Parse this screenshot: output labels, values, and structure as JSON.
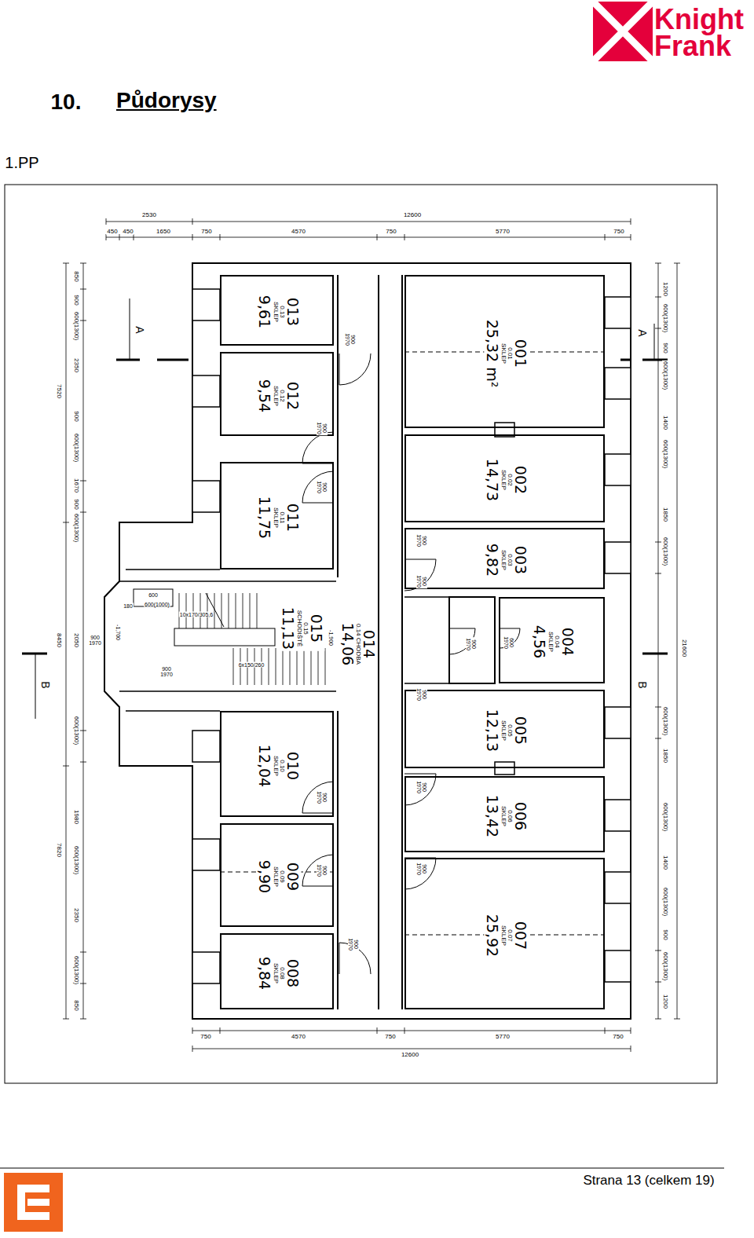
{
  "diagram": {
    "title": "Půdorysy",
    "nodes": [
      {
        "text": [
          "013",
          "0.13 SKLEP",
          "9,61"
        ]
      },
      {
        "text": [
          "012",
          "0.12 SKLEP",
          "9,54"
        ]
      },
      {
        "text": [
          "011",
          "0.11 SKLEP",
          "11,75"
        ]
      },
      {
        "text": [
          "015",
          "0.15 SCHODIŠTĚ",
          "11,13"
        ]
      },
      {
        "text": [
          "014",
          "0.14 CHODBA",
          "14,06"
        ]
      },
      {
        "text": [
          "010",
          "0.10 SKLEP",
          "12,04"
        ]
      },
      {
        "text": [
          "009",
          "0.09 SKLEP",
          "9,90"
        ]
      },
      {
        "text": [
          "008",
          "0.08 SKLEP",
          "9,84"
        ]
      },
      {
        "text": [
          "001",
          "0.01 SKLEP",
          "25,32 m²"
        ]
      },
      {
        "text": [
          "002",
          "0.02 SKLEP",
          "14,73"
        ]
      },
      {
        "text": [
          "003",
          "0.03 SKLEP",
          "9,82"
        ]
      },
      {
        "text": [
          "004",
          "0.04 SKLEP",
          "4,56"
        ]
      },
      {
        "text": [
          "005",
          "0.05 SKLEP",
          "12,13"
        ]
      },
      {
        "text": [
          "006",
          "0.06 SKLEP",
          "13,42"
        ]
      },
      {
        "text": [
          "007",
          "0.07 SKLEP",
          "25,92"
        ]
      }
    ],
    "labels": [
      "10.",
      "1.PP",
      "Knight Frank",
      "Strana 13 (celkem 19)",
      "2530",
      "12600",
      "450",
      "450",
      "1650",
      "750",
      "4570",
      "750",
      "5770",
      "750",
      "750",
      "4570",
      "750",
      "5770",
      "750",
      "12600",
      "850",
      "900",
      "600(1300)",
      "2350",
      "900",
      "600(1300)",
      "1670",
      "900",
      "600(1300)",
      "2050",
      "600(1300)",
      "1980",
      "600(1300)",
      "2350",
      "600(1300)",
      "850",
      "7520",
      "8450",
      "7820",
      "1200",
      "600(1300)",
      "900",
      "600(1300)",
      "1400",
      "600(1300)",
      "1850",
      "600(1300)",
      "600(1300)",
      "1850",
      "600(1300)",
      "1400",
      "600(1300)",
      "900",
      "600(1300)",
      "1200",
      "21600",
      "900 1970",
      "900 1970",
      "900 1970",
      "900 1970",
      "900 1970",
      "900 1970",
      "900 1970",
      "900 1970",
      "900 1970",
      "900 1970",
      "900 1970",
      "900 1970",
      "600 1970",
      "900 1970",
      "900 1970",
      "600",
      "600(1000)",
      "180",
      "10x170/305,6",
      "6x150/260",
      "-1,700",
      "-1,900",
      "A",
      "A",
      "B",
      "B"
    ]
  }
}
